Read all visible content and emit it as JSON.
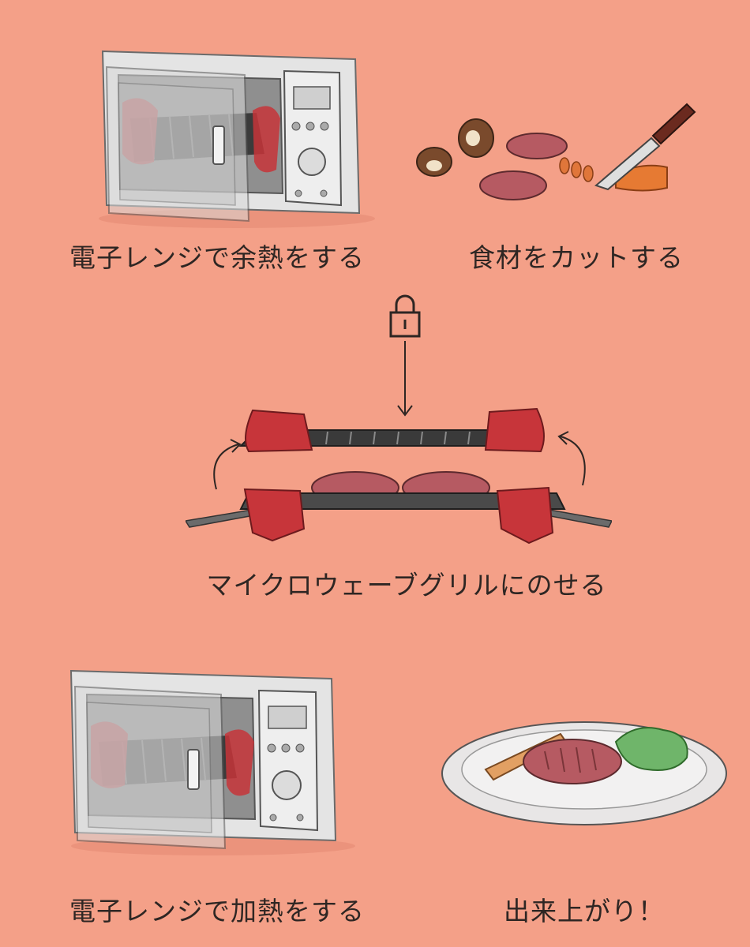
{
  "steps": [
    {
      "label": "電子レンジで余熱をする"
    },
    {
      "label": "食材をカットする"
    },
    {
      "label": "マイクロウェーブグリルにのせる"
    },
    {
      "label": "電子レンジで加熱をする"
    },
    {
      "label": "出来上がり！"
    }
  ],
  "colors": {
    "background": "#f4a088",
    "grill_red": "#c7353a",
    "patty": "#b65a62",
    "microwave_body": "#e2e2e2",
    "text": "#2e2623"
  },
  "icons": {
    "lock": "lock-icon",
    "arrow_down": "arrow-down-icon",
    "rotate_left": "curved-arrow-left-icon",
    "rotate_right": "curved-arrow-right-icon"
  }
}
